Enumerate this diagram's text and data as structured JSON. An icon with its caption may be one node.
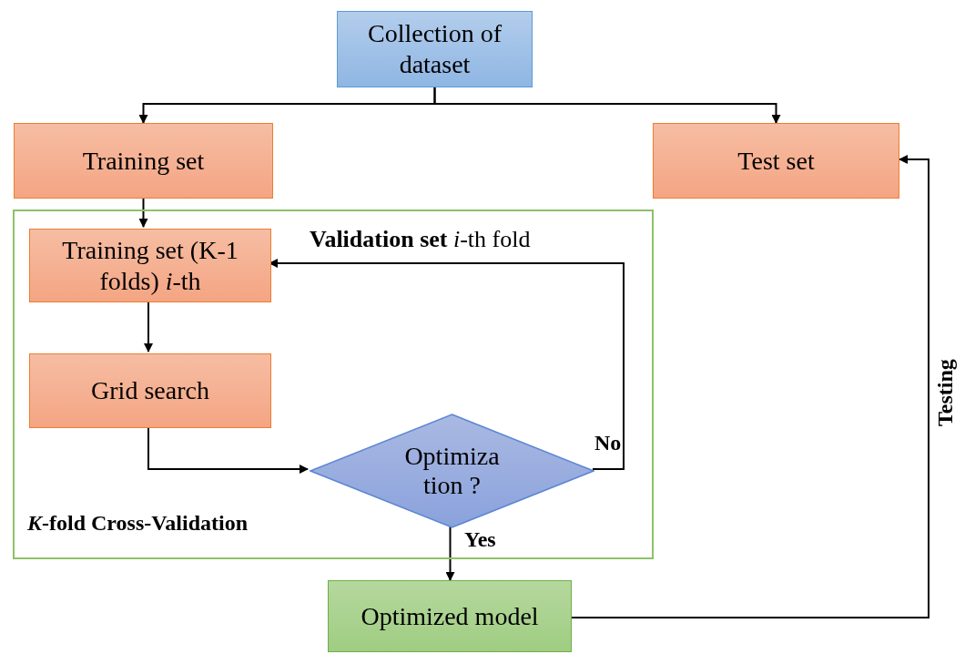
{
  "diagram": {
    "nodes": [
      {
        "text": [
          "Collection of dataset"
        ]
      },
      {
        "text": [
          "Training set"
        ]
      },
      {
        "text": [
          "Test set"
        ]
      },
      {
        "text": [
          "*K*-fold Cross-Validation"
        ]
      },
      {
        "text": [
          "Training set (K-1 folds) *i*-th"
        ],
        "in": 3
      },
      {
        "text": [
          "Grid search"
        ],
        "in": 3
      },
      {
        "text": [
          "Optimiza tion ?"
        ],
        "in": 3
      },
      {
        "text": [
          "Optimized model"
        ]
      }
    ],
    "edges": [
      {
        "from": 0,
        "to": 1,
        "arrow": "to"
      },
      {
        "from": 0,
        "to": 2,
        "arrow": "to"
      },
      {
        "from": 1,
        "to": 4,
        "arrow": "to"
      },
      {
        "from": 4,
        "to": 5,
        "arrow": "to"
      },
      {
        "from": 5,
        "to": 6,
        "arrow": "to"
      },
      {
        "from": 6,
        "to": 4,
        "arrow": "to",
        "label": "No"
      },
      {
        "from": 6,
        "to": 7,
        "arrow": "to",
        "label": "Yes"
      },
      {
        "from": 7,
        "to": 2,
        "arrow": "to",
        "label": "Testing"
      }
    ],
    "labels": [
      "**Validation set** *i*-th fold"
    ]
  }
}
